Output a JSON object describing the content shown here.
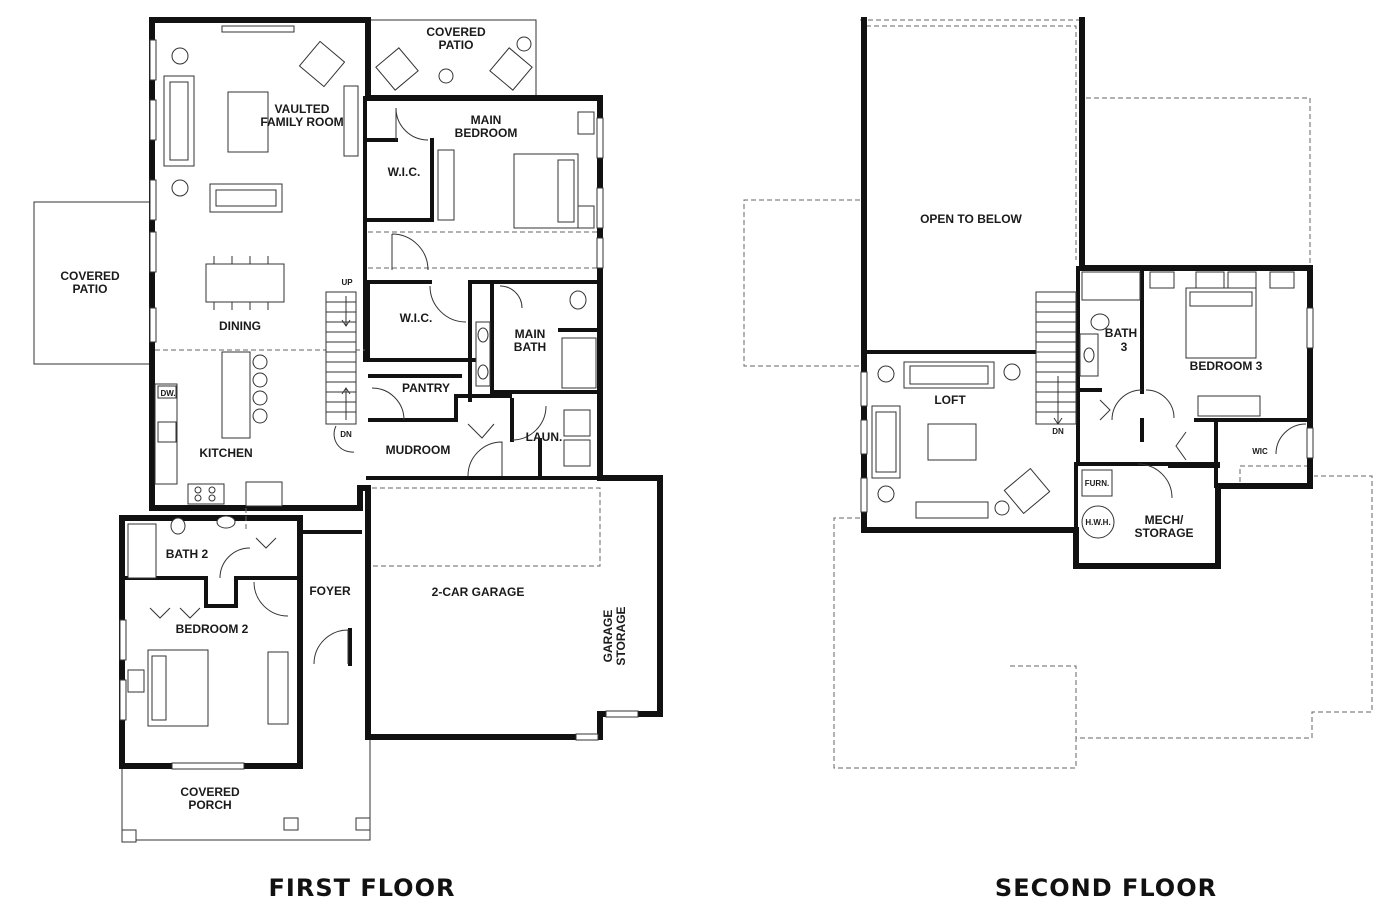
{
  "floors": [
    {
      "title": "FIRST FLOOR",
      "rooms": {
        "covered_patio_top": [
          "COVERED",
          "PATIO"
        ],
        "vaulted_family_room": [
          "VAULTED",
          "FAMILY ROOM"
        ],
        "main_bedroom": [
          "MAIN",
          "BEDROOM"
        ],
        "wic_1": [
          "W.I.C."
        ],
        "covered_patio_left": [
          "COVERED",
          "PATIO"
        ],
        "dining": [
          "DINING"
        ],
        "wic_2": [
          "W.I.C."
        ],
        "main_bath": [
          "MAIN",
          "BATH"
        ],
        "pantry": [
          "PANTRY"
        ],
        "kitchen": [
          "KITCHEN"
        ],
        "mudroom": [
          "MUDROOM"
        ],
        "laundry": [
          "LAUN."
        ],
        "bath_2": [
          "BATH 2"
        ],
        "foyer": [
          "FOYER"
        ],
        "garage": [
          "2-CAR GARAGE"
        ],
        "garage_storage": [
          "GARAGE",
          "STORAGE"
        ],
        "bedroom_2": [
          "BEDROOM 2"
        ],
        "covered_porch": [
          "COVERED",
          "PORCH"
        ]
      },
      "stair": {
        "up": "UP",
        "down": "DN"
      },
      "appliances": {
        "dishwasher": "DW."
      }
    },
    {
      "title": "SECOND FLOOR",
      "rooms": {
        "open_to_below": [
          "OPEN TO BELOW"
        ],
        "bath_3": [
          "BATH",
          "3"
        ],
        "bedroom_3": [
          "BEDROOM 3"
        ],
        "loft": [
          "LOFT"
        ],
        "wic": [
          "WIC"
        ],
        "mech_storage": [
          "MECH/",
          "STORAGE"
        ]
      },
      "stair": {
        "down": "DN"
      },
      "appliances": {
        "furnace": "FURN.",
        "water_heater": "H.W.H."
      }
    }
  ]
}
